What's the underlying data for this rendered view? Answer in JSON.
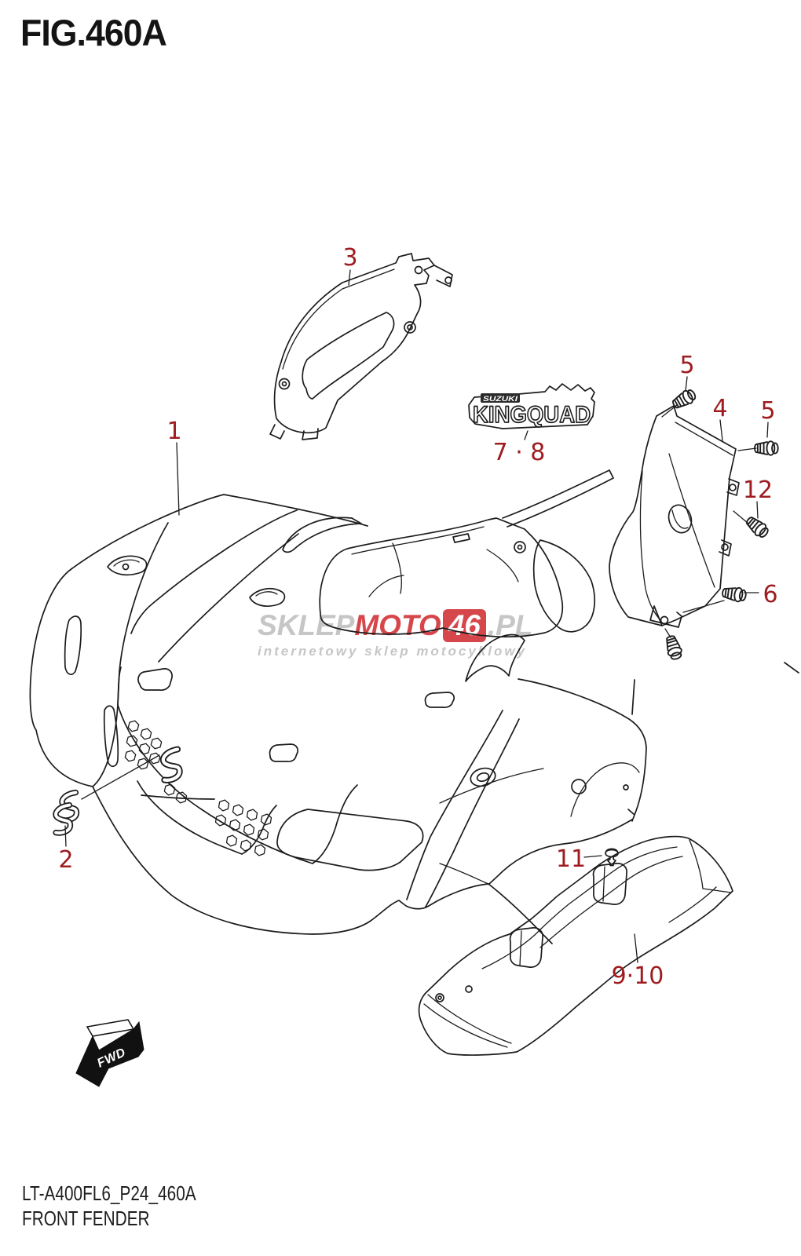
{
  "figure": {
    "title": "FIG.460A"
  },
  "footer": {
    "code": "LT-A400FL6_P24_460A",
    "name": "FRONT FENDER"
  },
  "watermark": {
    "part1": "SKLEP",
    "part2": "MOTO",
    "part3": "46",
    "part4": ".PL",
    "subtitle": "internetowy sklep motocyklowy"
  },
  "badge": {
    "brand": "SUZUKI",
    "model": "KINGQUAD"
  },
  "direction_label": "FWD",
  "callouts": {
    "c1": "1",
    "c2": "2",
    "c3": "3",
    "c4": "4",
    "c5a": "5",
    "c5b": "5",
    "c6": "6",
    "c78": "7 · 8",
    "c910": "9·10",
    "c11": "11",
    "c12": "12"
  },
  "colors": {
    "line": "#1c1c1c",
    "callout": "#9e1c20",
    "watermark_red": "#d6474c",
    "watermark_gray": "#c6c6c6"
  }
}
